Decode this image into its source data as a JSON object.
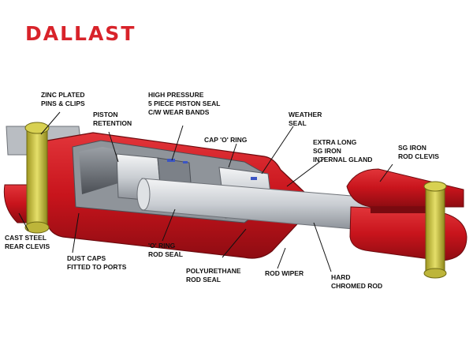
{
  "brand": {
    "name": "DALLAST",
    "color": "#d8232a"
  },
  "colors": {
    "body": "#c8141c",
    "steel": "#c9cdd2",
    "pin": "#c9c23a"
  },
  "labels": {
    "zinc_pins": "ZINC PLATED\nPINS & CLIPS",
    "piston_retention": "PISTON\nRETENTION",
    "high_pressure": "HIGH PRESSURE\n5 PIECE PISTON SEAL\nC/W WEAR BANDS",
    "weather_seal": "WEATHER\nSEAL",
    "cap_o_ring": "CAP 'O' RING",
    "extra_long_gland": "EXTRA LONG\nSG IRON\nINTERNAL GLAND",
    "sg_iron_clevis": "SG IRON\nROD CLEVIS",
    "cast_steel_clevis": "CAST STEEL\nREAR CLEVIS",
    "dust_caps": "DUST CAPS\nFITTED TO PORTS",
    "o_ring_rod_seal": "'O' RING\nROD SEAL",
    "polyurethane_seal": "POLYURETHANE\nROD SEAL",
    "rod_wiper": "ROD WIPER",
    "hard_chromed_rod": "HARD\nCHROMED ROD"
  }
}
